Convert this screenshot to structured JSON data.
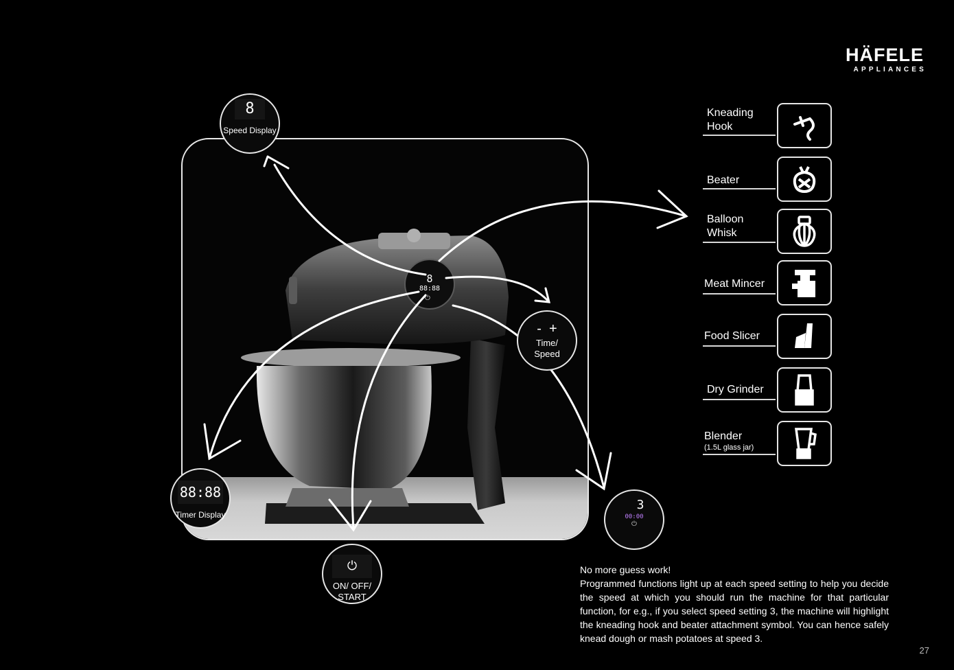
{
  "brand": {
    "name": "HÄFELE",
    "sub": "APPLIANCES"
  },
  "callouts": {
    "speed_display": {
      "label": "Speed Display",
      "readout": "8"
    },
    "time_speed": {
      "symbols": "-  +",
      "label": "Time/\nSpeed"
    },
    "timer_display": {
      "readout": "88:88",
      "label": "Timer Display"
    },
    "on_off": {
      "label": "ON/ OFF/\nSTART"
    },
    "panel_zoom": {
      "speed": "3",
      "timer": "00:00"
    }
  },
  "machine_panel": {
    "speed": "8",
    "timer": "88:88"
  },
  "attachments": [
    {
      "label": "Kneading\nHook",
      "icon": "kneading-hook-icon"
    },
    {
      "label": "Beater",
      "icon": "beater-icon"
    },
    {
      "label": "Balloon\nWhisk",
      "icon": "balloon-whisk-icon"
    },
    {
      "label": "Meat Mincer",
      "icon": "meat-mincer-icon"
    },
    {
      "label": "Food Slicer",
      "icon": "food-slicer-icon"
    },
    {
      "label": "Dry Grinder",
      "icon": "dry-grinder-icon"
    },
    {
      "label": "Blender",
      "sub": "(1.5L glass jar)",
      "icon": "blender-icon"
    }
  ],
  "copy": {
    "heading": "No more guess work!",
    "body": "Programmed functions light up at each speed setting to help you decide the speed at which you should run the machine for that particular function, for e.g., if you select speed setting 3, the machine will highlight the kneading hook and beater attachment symbol. You can hence safely knead dough or mash potatoes at speed 3."
  },
  "page_number": "27",
  "colors": {
    "background": "#000000",
    "accent": "#ffffff",
    "brand_accent": "#e30613"
  }
}
